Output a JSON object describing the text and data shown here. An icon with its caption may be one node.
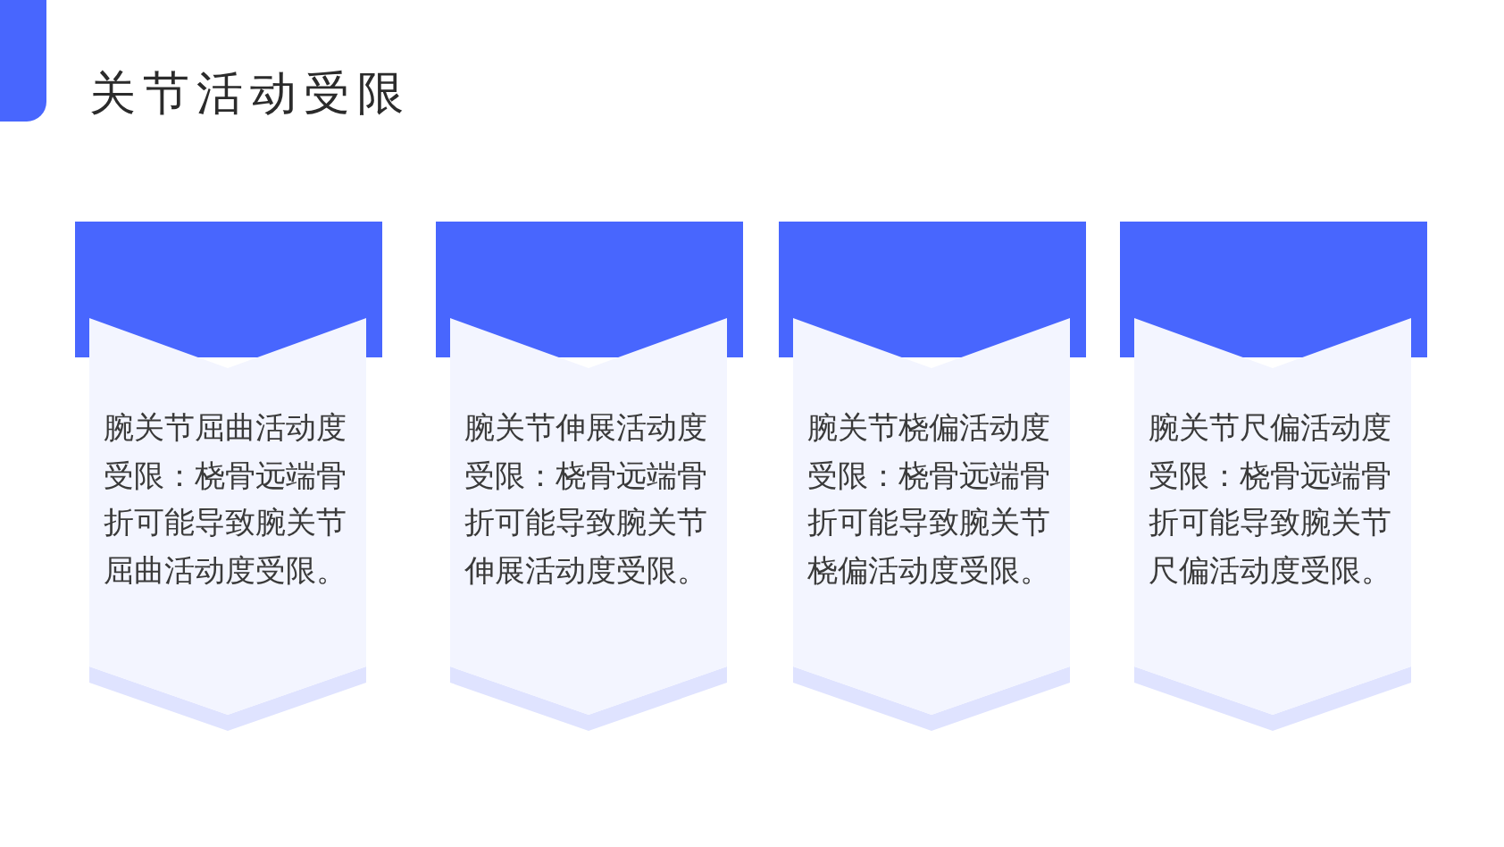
{
  "diagram": {
    "title": "关节活动受限",
    "nodes": [
      {
        "text": [
          "腕关节屈曲活动度受限：桡骨远端骨折可能导致腕关节屈曲活动度受限。"
        ]
      },
      {
        "text": [
          "腕关节伸展活动度受限：桡骨远端骨折可能导致腕关节伸展活动度受限。"
        ]
      },
      {
        "text": [
          "腕关节桡偏活动度受限：桡骨远端骨折可能导致腕关节桡偏活动度受限。"
        ]
      },
      {
        "text": [
          "腕关节尺偏活动度受限：桡骨远端骨折可能导致腕关节尺偏活动度受限。"
        ]
      }
    ]
  }
}
